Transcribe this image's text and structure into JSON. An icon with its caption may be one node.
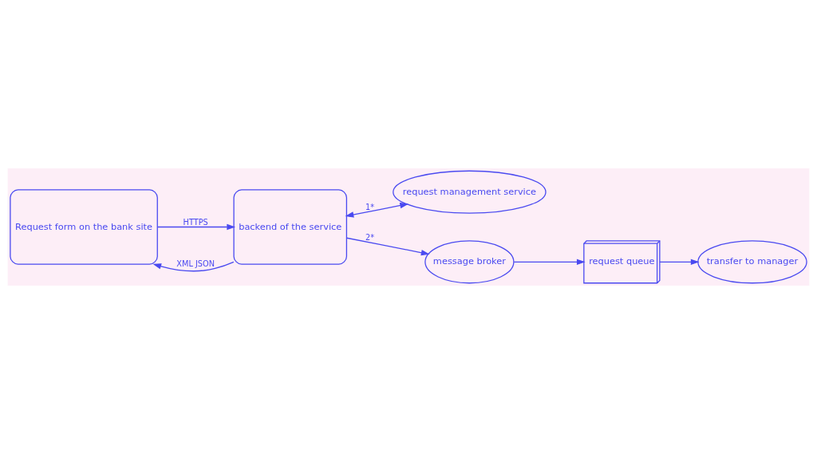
{
  "diagram": {
    "nodes": [
      {
        "text": [
          "Request form on the bank site"
        ]
      },
      {
        "text": [
          "backend of the service"
        ]
      },
      {
        "text": [
          "request management service"
        ]
      },
      {
        "text": [
          "message broker"
        ]
      },
      {
        "text": [
          "request queue"
        ]
      },
      {
        "text": [
          "transfer to manager"
        ]
      }
    ],
    "edges": [
      {
        "from": 1,
        "to": 0,
        "arrow": "to",
        "label": "XML JSON"
      },
      {
        "from": 0,
        "to": 1,
        "arrow": "to",
        "label": "HTTPS"
      },
      {
        "from": 1,
        "to": 2,
        "arrow": "both",
        "label": "1*"
      },
      {
        "from": 1,
        "to": 3,
        "arrow": "to",
        "label": "2*"
      },
      {
        "from": 3,
        "to": 4,
        "arrow": "to"
      },
      {
        "from": 4,
        "to": 5,
        "arrow": "to"
      }
    ]
  }
}
